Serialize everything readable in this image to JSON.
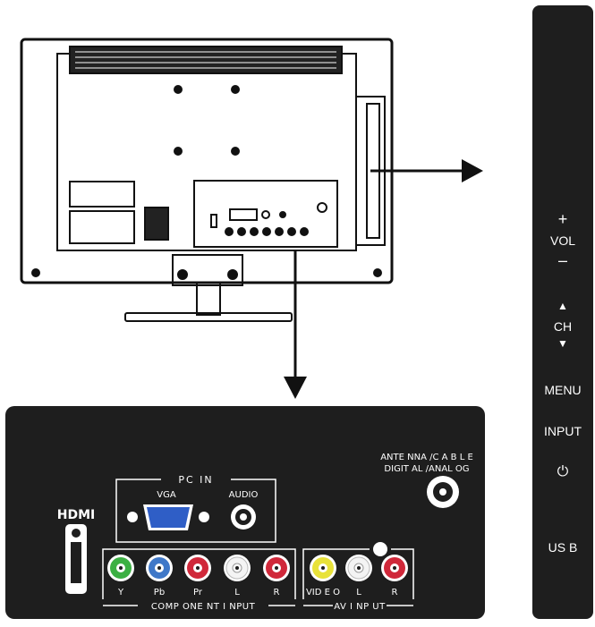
{
  "side_panel": {
    "vol_plus": "+",
    "vol_label": "VOL",
    "vol_minus": "–",
    "ch_up": "▲",
    "ch_label": "CH",
    "ch_down": "▼",
    "menu": "MENU",
    "input": "INPUT",
    "power": "⏻",
    "usb": "US B"
  },
  "rear_panel": {
    "pc_in": "PC IN",
    "vga": "VGA",
    "audio": "AUDIO",
    "hdmi": "HDMI",
    "antenna_line1": "ANTE NNA /C A B L E",
    "antenna_line2": "DIGIT AL /ANAL OG",
    "component_labels": [
      "Y",
      "Pb",
      "Pr",
      "L",
      "R"
    ],
    "component_title": "COMP ONE NT I NPUT",
    "av_labels": [
      "VID E O",
      "L",
      "R"
    ],
    "av_title": "AV I NP UT"
  },
  "colors": {
    "panel": "#1e1e1e",
    "jack_green": "#3cb043",
    "jack_blue": "#3f78c8",
    "jack_red": "#d0283a",
    "jack_white": "#f4f4f4",
    "jack_yellow": "#e8e23a",
    "vga_blue": "#2f5ec6"
  }
}
